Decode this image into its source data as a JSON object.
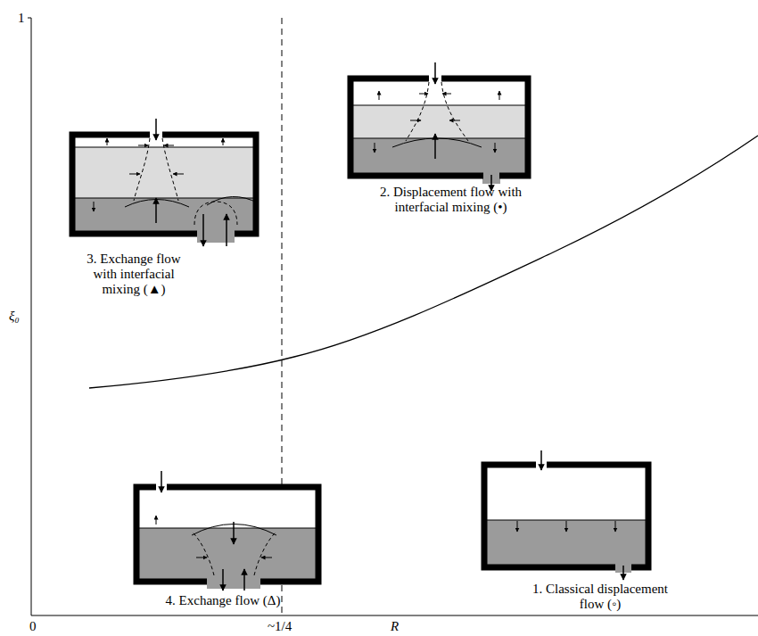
{
  "diagram": {
    "nodes": [
      {
        "text": [
          "3. Exchange flow with interfacial mixing (▲)"
        ]
      },
      {
        "text": [
          "2. Displacement flow with interfacial mixing (•)"
        ]
      },
      {
        "text": [
          "4. Exchange flow (Δ)"
        ]
      },
      {
        "text": [
          "1. Classical displacement flow (◦)"
        ]
      }
    ],
    "labels": [
      "1",
      "ξ₀",
      "0",
      "~1/4",
      "R"
    ]
  }
}
